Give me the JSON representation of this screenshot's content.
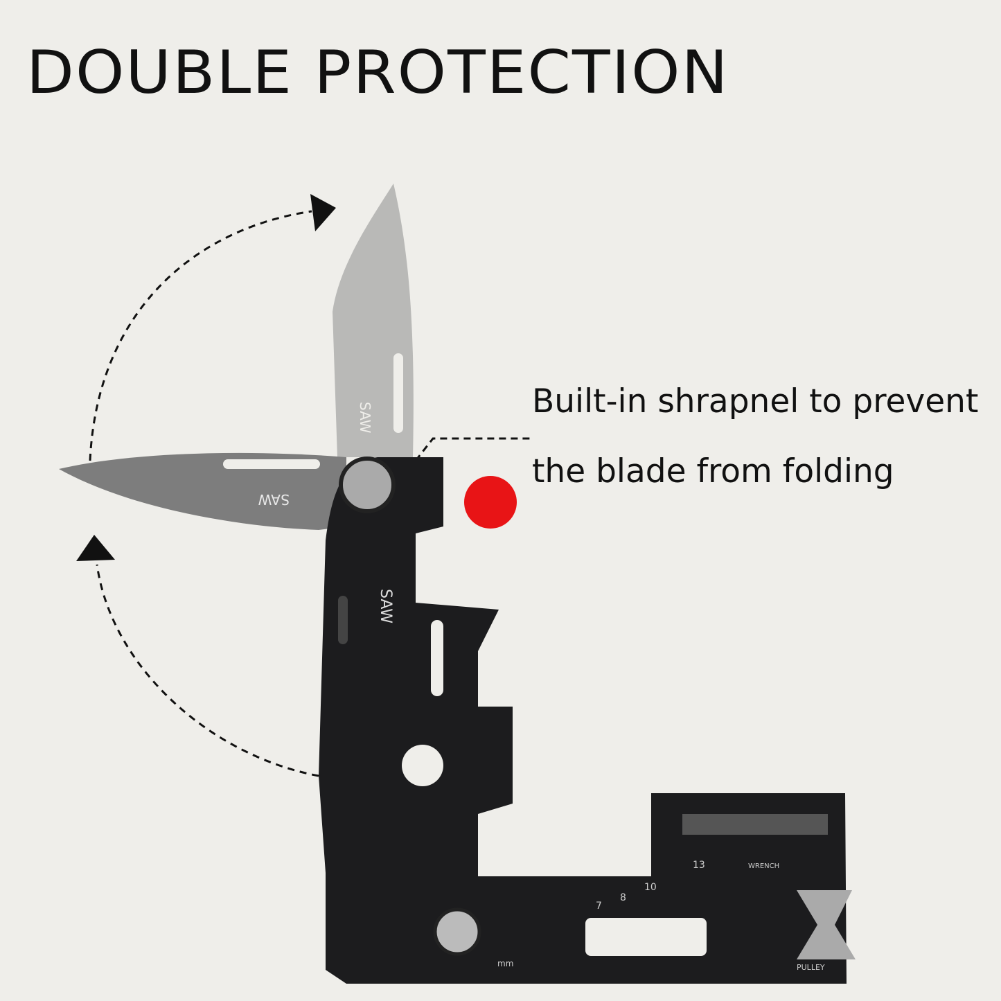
{
  "title": "DOUBLE PROTECTION",
  "callout": {
    "line1": "Built-in shrapnel to prevent",
    "line2": "the blade from folding"
  },
  "engravings": {
    "blade_open": "SAW",
    "blade_folded": "SAW",
    "handle": "SAW",
    "wrench_size": "13",
    "wrench_label": "WRENCH",
    "hex_sizes": [
      "10",
      "8",
      "7"
    ],
    "ruler_unit": "mm",
    "pulley_label": "PULLEY"
  },
  "colors": {
    "background": "#efeeea",
    "tool_body": "#1c1c1e",
    "blade": "#7d7d7d",
    "blade_ghost": "#b9b9b7",
    "lock_button": "#e81416",
    "text": "#111111"
  }
}
